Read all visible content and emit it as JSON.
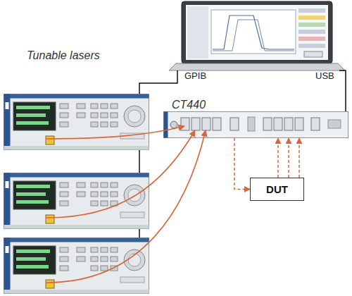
{
  "diagram": {
    "nodes": [
      {
        "text": [
          "CT440"
        ]
      },
      {
        "text": [
          "DUT"
        ]
      }
    ],
    "edges": [
      {
        "from": 0,
        "to": 1,
        "arrow": "to"
      },
      {
        "from": 1,
        "to": 0,
        "arrow": "to"
      },
      {
        "from": 1,
        "to": 0,
        "arrow": "to"
      },
      {
        "from": 1,
        "to": 0,
        "arrow": "to"
      }
    ],
    "labels": [
      "Tunable lasers",
      "GPIB",
      "USB"
    ]
  }
}
